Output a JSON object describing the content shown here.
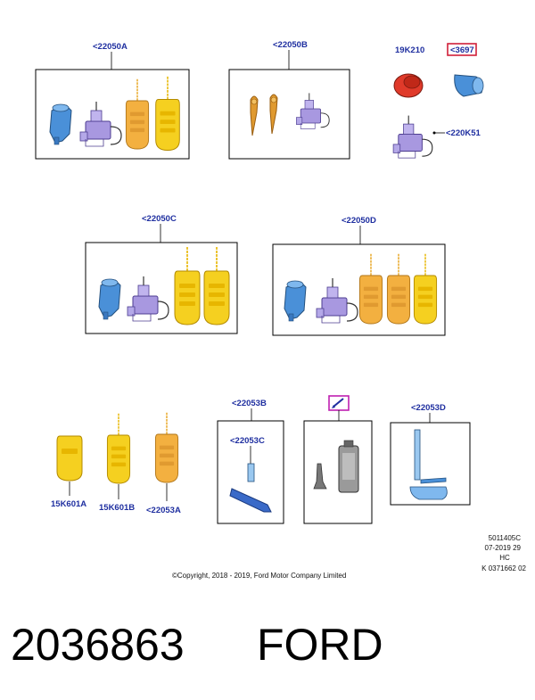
{
  "callouts": {
    "kit_a": "<22050A",
    "kit_b": "<22050B",
    "kit_c": "<22050C",
    "kit_d": "<22050D",
    "p19k210": "19K210",
    "p3697": "<3697",
    "p220k51": "<220K51",
    "kit_22053b": "<22053B",
    "p22053c": "<22053C",
    "kit_22053d": "<22053D",
    "p15k601a": "15K601A",
    "p15k601b": "15K601B",
    "p22053a": "<22053A"
  },
  "drawing_ref": {
    "line1": "5011405C",
    "line2": "07-2019 29",
    "line3": "HC",
    "line4": "K 0371662 02"
  },
  "copyright": "©Copyright, 2018 - 2019, Ford Motor Company Limited",
  "part_number": "2036863",
  "brand": "FORD",
  "colors": {
    "label_blue": "#1f2fa0",
    "highlight_red": "#d0203a",
    "highlight_magenta": "#c020b0",
    "key_yellow": "#f5d020",
    "key_orange": "#f3b040",
    "cylinder_blue": "#4a90d8",
    "lock_lavender": "#a898e0"
  },
  "icons": [
    "pencil-icon"
  ]
}
